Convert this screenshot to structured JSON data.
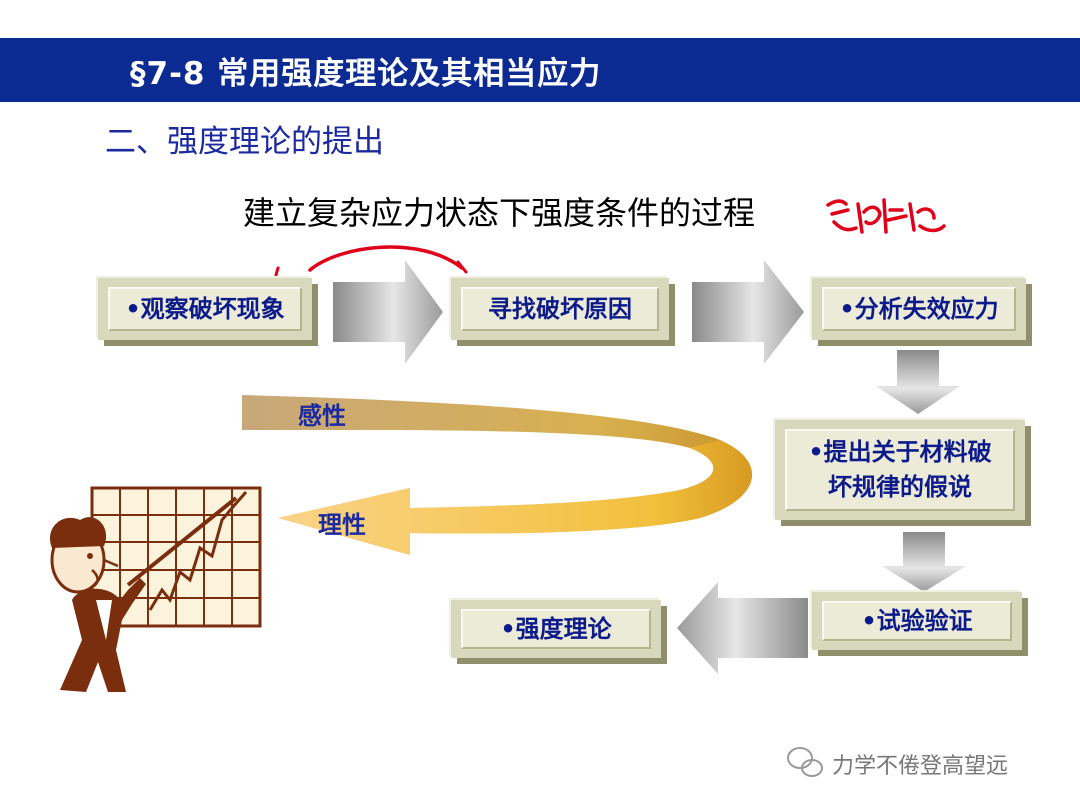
{
  "header": {
    "title": "§7-8  常用强度理论及其相当应力"
  },
  "section_heading": "二、强度理论的提出",
  "subtitle": "建立复杂应力状态下强度条件的过程",
  "boxes": {
    "observe": "•观察破坏现象",
    "cause": "寻找破坏原因",
    "analyze": "•分析失效应力",
    "hypothesis_line1": "•提出关于材料破",
    "hypothesis_line2": "坏规律的假说",
    "test": "•试验验证",
    "theory": "•强度理论"
  },
  "arc_labels": {
    "perceptual": "感性",
    "rational": "理性"
  },
  "footer": {
    "watermark": "力学不倦登高望远"
  },
  "colors": {
    "header_bg": "#0b2b93",
    "box_text": "#0d1a8a",
    "heading": "#1c2aa0",
    "annotation": "#e0001a",
    "figure": "#7a2e0e"
  }
}
